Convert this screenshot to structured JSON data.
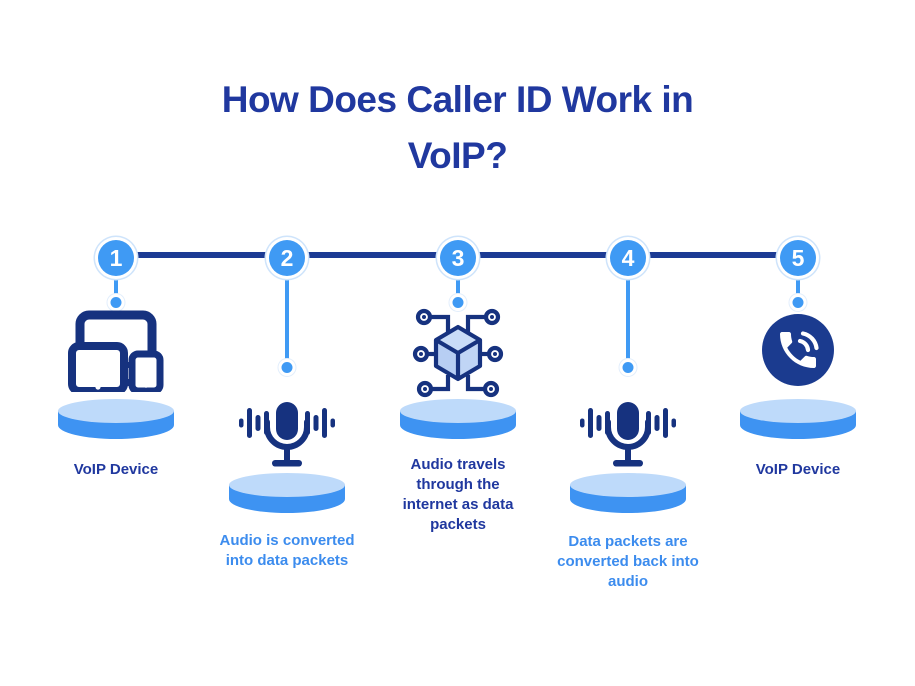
{
  "title": "How Does Caller ID Work in VoIP?",
  "colors": {
    "background": "#ffffff",
    "title_navy": "#20389f",
    "icon_navy": "#16327f",
    "timeline_navy": "#1c3b94",
    "accent_blue": "#3f9af4",
    "label_blue": "#3c8cee",
    "disc_top": "#bedafa",
    "disc_body": "#3e93f2",
    "cube_face_top": "#c9dcf7",
    "cube_face_left": "#b7cef3",
    "cube_face_right": "#c0d5f5"
  },
  "steps": [
    {
      "number": "1",
      "label": "VoIP Device",
      "icon": "multi-device-icon",
      "label_style": "navy"
    },
    {
      "number": "2",
      "label": "Audio is converted into data packets",
      "icon": "microphone-waveform-icon",
      "label_style": "blue"
    },
    {
      "number": "3",
      "label": "Audio travels through the internet as data packets",
      "icon": "network-cube-icon",
      "label_style": "navy"
    },
    {
      "number": "4",
      "label": "Data packets are converted back into audio",
      "icon": "microphone-waveform-icon",
      "label_style": "blue"
    },
    {
      "number": "5",
      "label": "VoIP Device",
      "icon": "phone-call-icon",
      "label_style": "navy"
    }
  ]
}
